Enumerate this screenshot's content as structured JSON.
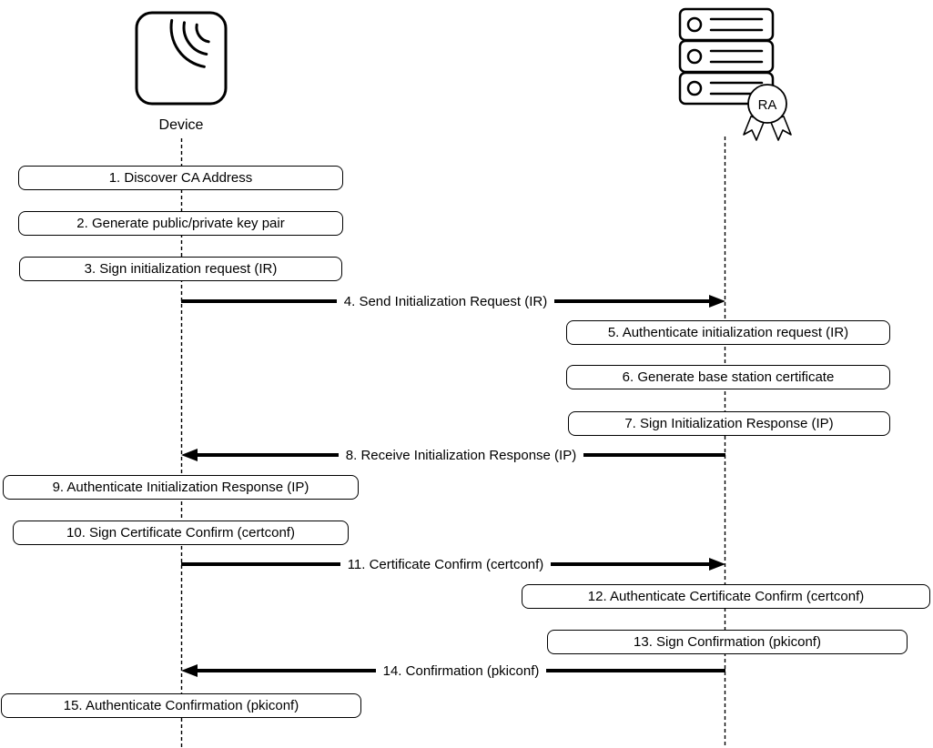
{
  "diagram": {
    "type": "sequence",
    "background": "#ffffff",
    "stroke_color": "#000000",
    "actors": [
      {
        "id": "device",
        "label": "Device",
        "icon": "wireless-device"
      },
      {
        "id": "ra",
        "label": "RA",
        "icon": "server-stack",
        "badge": "RA"
      }
    ],
    "steps": [
      {
        "n": 1,
        "kind": "action",
        "actor": "device",
        "label": "1. Discover CA Address"
      },
      {
        "n": 2,
        "kind": "action",
        "actor": "device",
        "label": "2. Generate public/private key pair"
      },
      {
        "n": 3,
        "kind": "action",
        "actor": "device",
        "label": "3. Sign initialization request (IR)"
      },
      {
        "n": 4,
        "kind": "message",
        "from": "device",
        "to": "ra",
        "label": "4. Send Initialization Request (IR)"
      },
      {
        "n": 5,
        "kind": "action",
        "actor": "ra",
        "label": "5. Authenticate initialization request (IR)"
      },
      {
        "n": 6,
        "kind": "action",
        "actor": "ra",
        "label": "6. Generate base station certificate"
      },
      {
        "n": 7,
        "kind": "action",
        "actor": "ra",
        "label": "7. Sign Initialization Response (IP)"
      },
      {
        "n": 8,
        "kind": "message",
        "from": "ra",
        "to": "device",
        "label": "8. Receive Initialization Response (IP)"
      },
      {
        "n": 9,
        "kind": "action",
        "actor": "device",
        "label": "9. Authenticate Initialization Response (IP)"
      },
      {
        "n": 10,
        "kind": "action",
        "actor": "device",
        "label": "10. Sign Certificate Confirm (certconf)"
      },
      {
        "n": 11,
        "kind": "message",
        "from": "device",
        "to": "ra",
        "label": "11. Certificate Confirm (certconf)"
      },
      {
        "n": 12,
        "kind": "action",
        "actor": "ra",
        "label": "12. Authenticate Certificate Confirm (certconf)"
      },
      {
        "n": 13,
        "kind": "action",
        "actor": "ra",
        "label": "13. Sign Confirmation (pkiconf)"
      },
      {
        "n": 14,
        "kind": "message",
        "from": "ra",
        "to": "device",
        "label": "14. Confirmation (pkiconf)"
      },
      {
        "n": 15,
        "kind": "action",
        "actor": "device",
        "label": "15. Authenticate Confirmation (pkiconf)"
      }
    ]
  }
}
